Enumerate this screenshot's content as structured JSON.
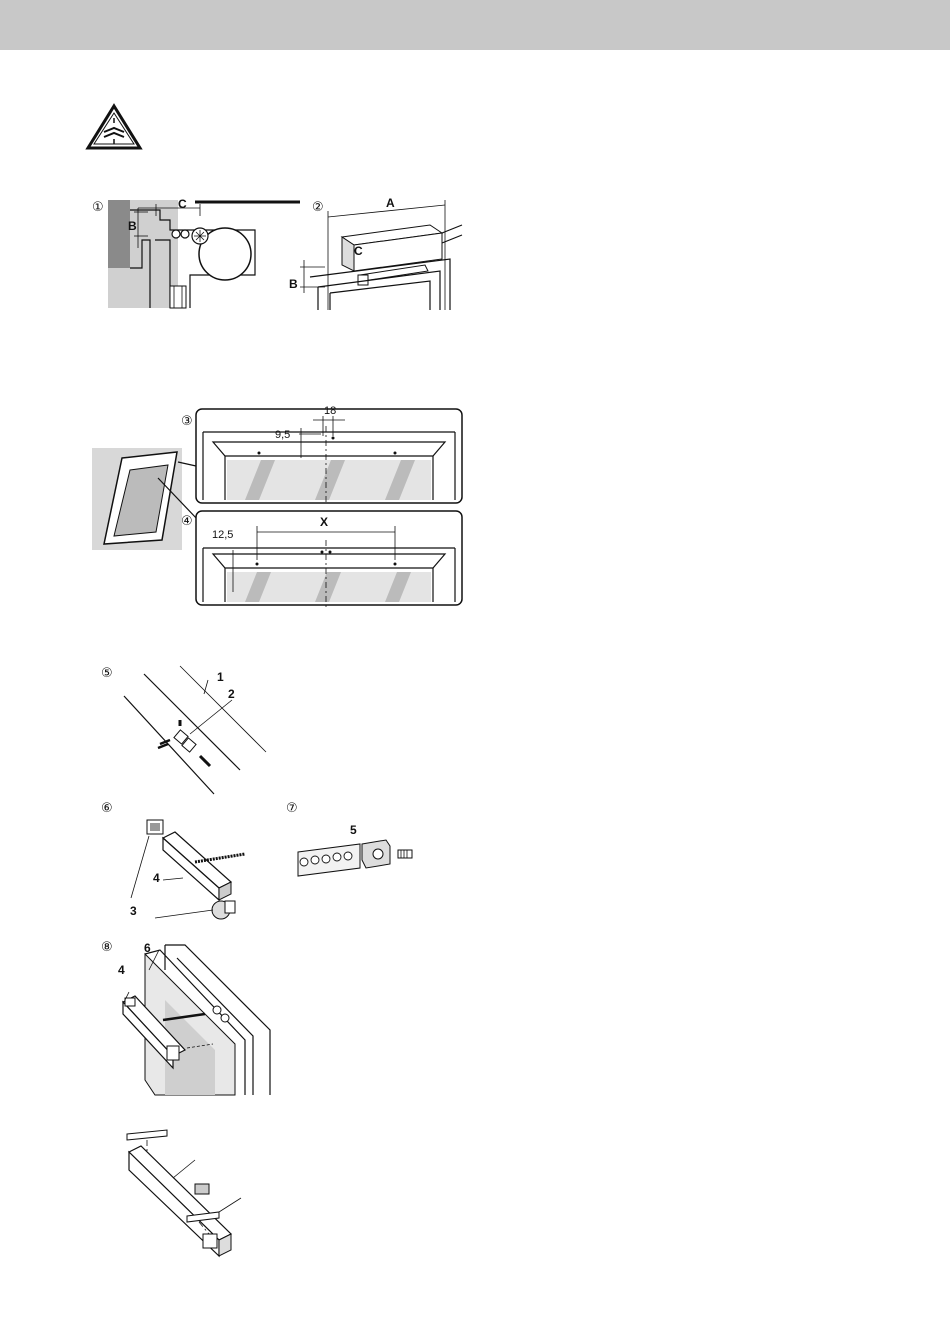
{
  "figures": {
    "fig1": {
      "number": "①",
      "label_c": "C",
      "label_b": "B"
    },
    "fig2": {
      "number": "②",
      "label_a": "A",
      "label_c": "C",
      "label_b": "B"
    },
    "fig3": {
      "number": "③",
      "dim_18": "18",
      "dim_9_5": "9,5"
    },
    "fig4": {
      "number": "④",
      "dim_x": "X",
      "dim_12_5": "12,5"
    },
    "fig5": {
      "number": "⑤",
      "part_1": "1",
      "part_2": "2"
    },
    "fig6": {
      "number": "⑥",
      "part_4": "4",
      "part_3": "3"
    },
    "fig7": {
      "number": "⑦",
      "part_5": "5"
    },
    "fig8": {
      "number": "⑧",
      "part_6": "6",
      "part_4": "4"
    }
  }
}
